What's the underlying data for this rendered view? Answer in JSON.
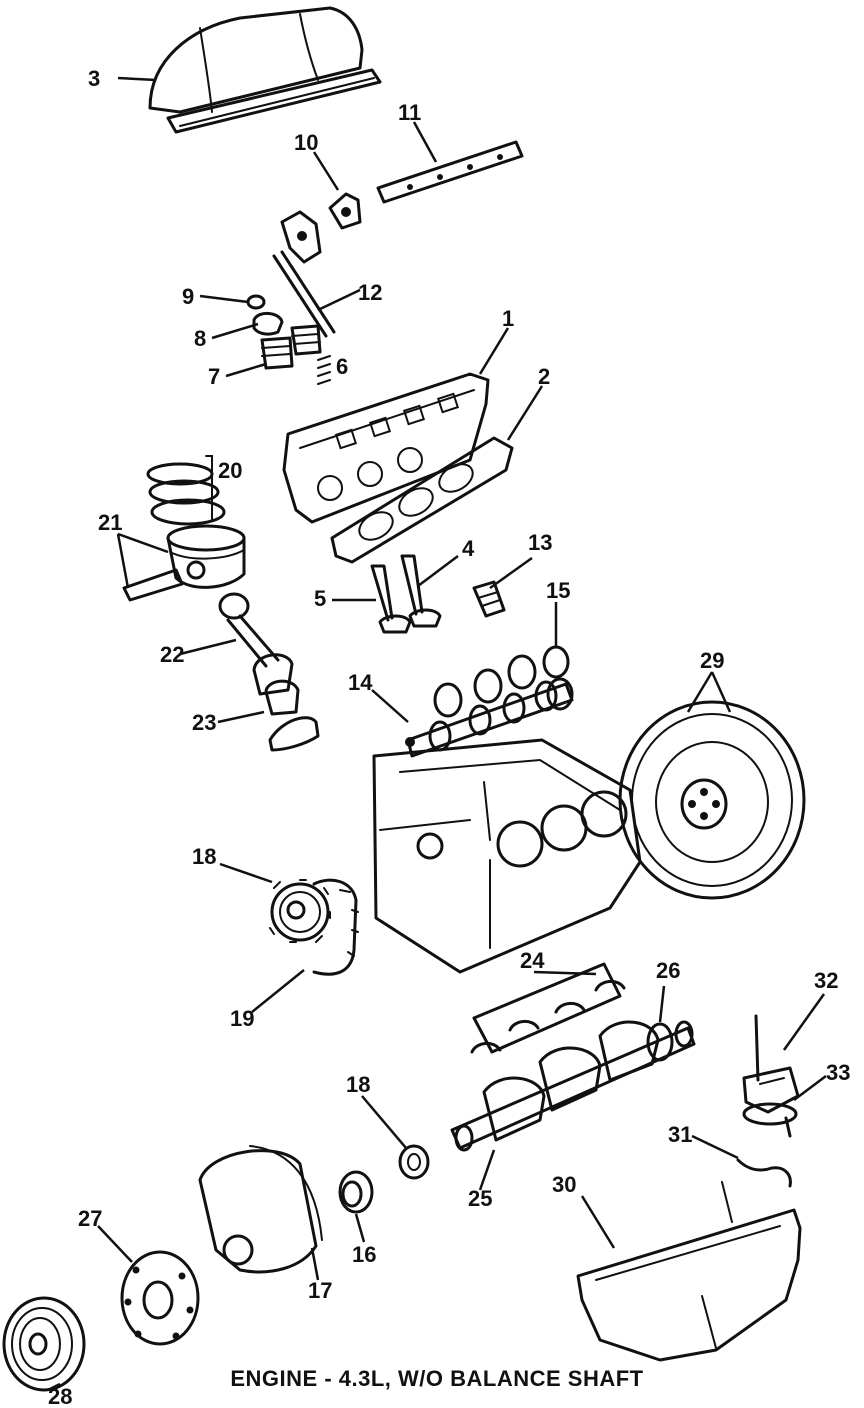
{
  "caption": "ENGINE - 4.3L, W/O BALANCE SHAFT",
  "callouts": {
    "c1": "1",
    "c2": "2",
    "c3": "3",
    "c4": "4",
    "c5": "5",
    "c6": "6",
    "c7": "7",
    "c8": "8",
    "c9": "9",
    "c10": "10",
    "c11": "11",
    "c12": "12",
    "c13": "13",
    "c14": "14",
    "c15": "15",
    "c16": "16",
    "c17": "17",
    "c18a": "18",
    "c18b": "18",
    "c19": "19",
    "c20": "20",
    "c21": "21",
    "c22": "22",
    "c23": "23",
    "c24": "24",
    "c25": "25",
    "c26": "26",
    "c27": "27",
    "c28": "28",
    "c29": "29",
    "c30": "30",
    "c31": "31",
    "c32": "32",
    "c33": "33"
  }
}
